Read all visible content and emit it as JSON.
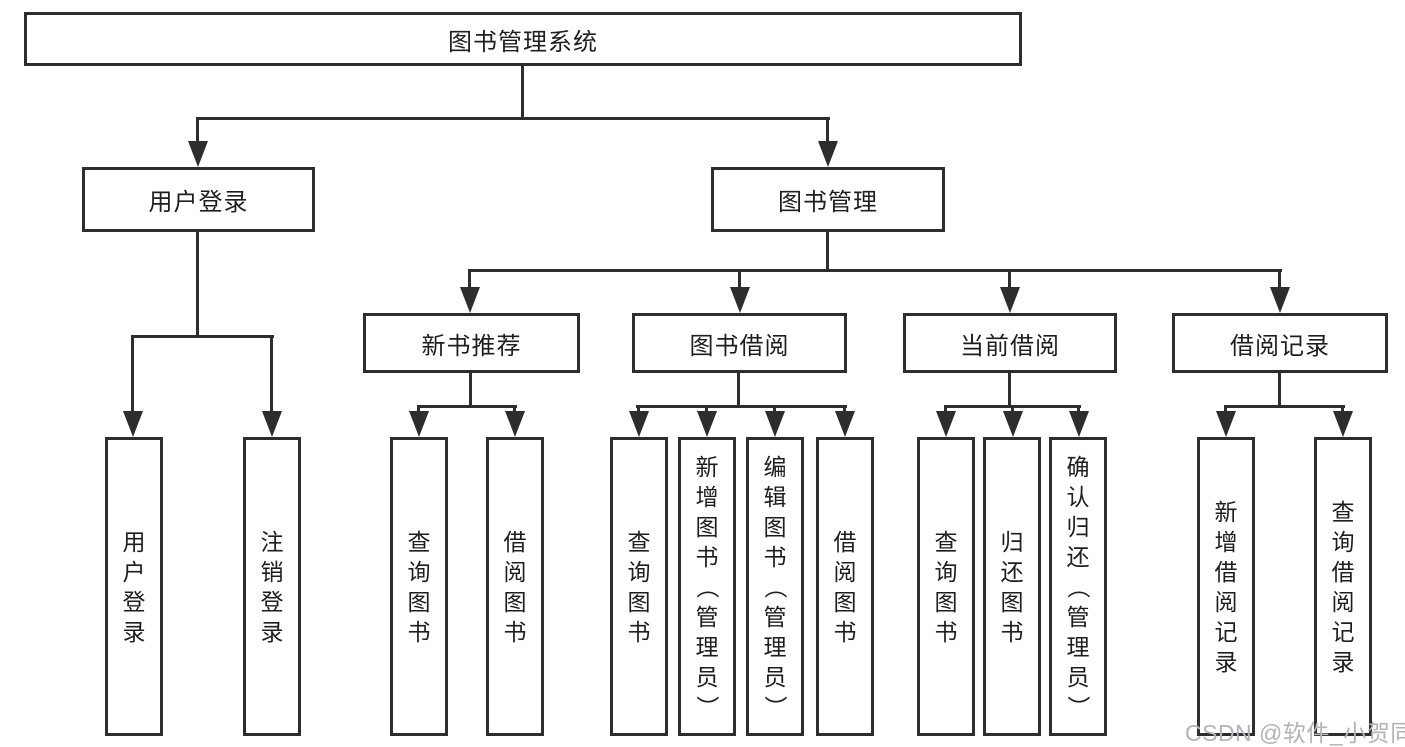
{
  "diagram": {
    "root": {
      "label": "图书管理系统"
    },
    "level2": {
      "user_login": "用户登录",
      "book_mgmt": "图书管理"
    },
    "level3": {
      "new_book_rec": "新书推荐",
      "book_borrow": "图书借阅",
      "current_borrow": "当前借阅",
      "borrow_record": "借阅记录"
    },
    "leaves": {
      "user_login": [
        "用户登录",
        "注销登录"
      ],
      "new_book_rec": [
        "查询图书",
        "借阅图书"
      ],
      "book_borrow": [
        "查询图书",
        "新增图书（管理员）",
        "编辑图书（管理员）",
        "借阅图书"
      ],
      "current_borrow": [
        "查询图书",
        "归还图书",
        "确认归还（管理员）"
      ],
      "borrow_record": [
        "新增借阅记录",
        "查询借阅记录"
      ]
    },
    "watermark": "CSDN @软件_小贺同学",
    "colors": {
      "line": "#2d2d2d",
      "text": "#1e1e1e",
      "watermark": "#b2b4b8",
      "background": "#ffffff"
    }
  }
}
